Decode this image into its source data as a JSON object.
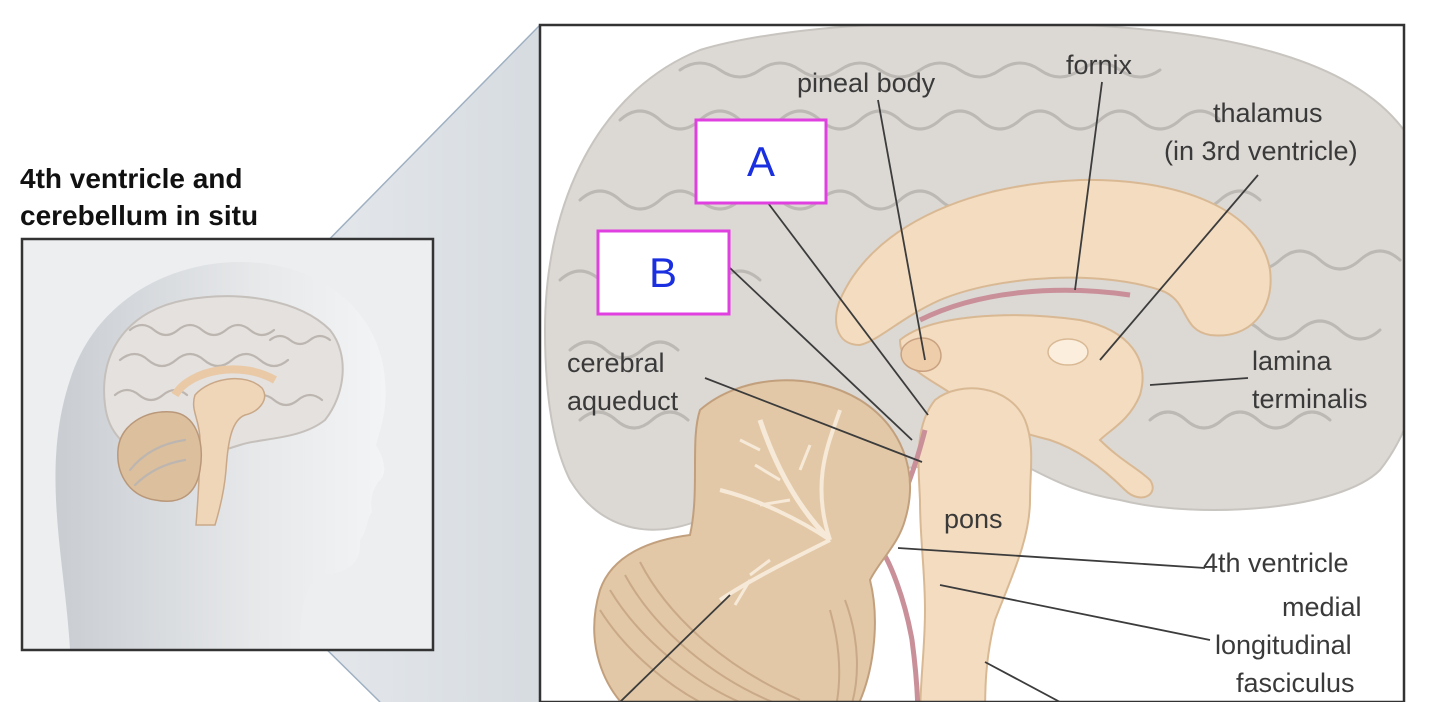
{
  "inset": {
    "title_line1": "4th ventricle and",
    "title_line2": "cerebellum in situ"
  },
  "answer_boxes": [
    {
      "letter": "A"
    },
    {
      "letter": "B"
    }
  ],
  "labels": {
    "pineal_body": "pineal body",
    "fornix": "fornix",
    "thalamus_line1": "thalamus",
    "thalamus_line2": "(in 3rd ventricle)",
    "cerebral_aqueduct_line1": "cerebral",
    "cerebral_aqueduct_line2": "aqueduct",
    "lamina_terminalis_line1": "lamina",
    "lamina_terminalis_line2": "terminalis",
    "pons": "pons",
    "fourth_ventricle": "4th ventricle",
    "mlf_line1": "medial",
    "mlf_line2": "longitudinal",
    "mlf_line3": "fasciculus"
  },
  "colors": {
    "box_border": "#e040e0",
    "box_letter": "#1a2fe0",
    "brainstem": "#f3dcc0",
    "cerebellum": "#e2c8a6",
    "cortex": "#dcd8d4"
  }
}
